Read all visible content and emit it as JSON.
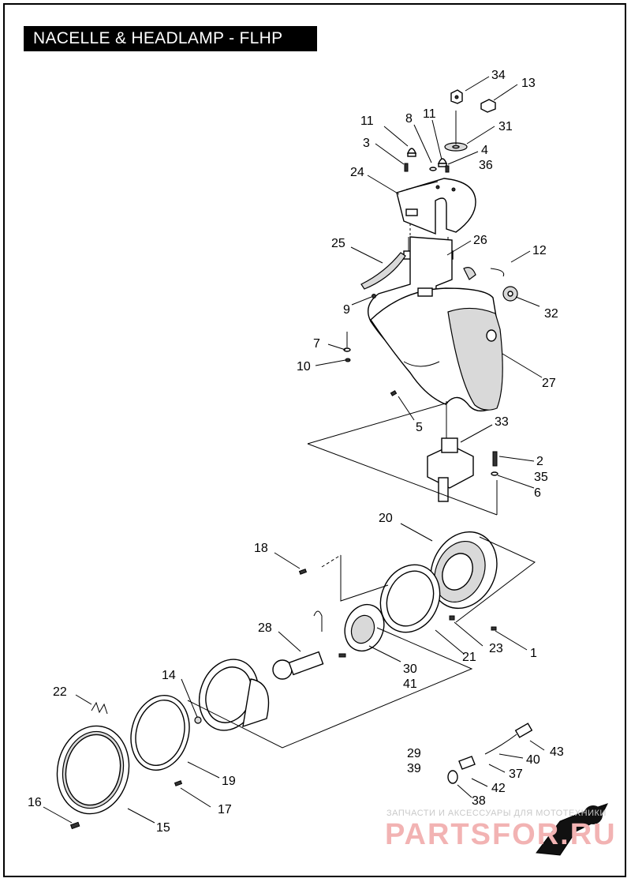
{
  "title": "NACELLE & HEADLAMP - FLHP",
  "callouts": {
    "c34": "34",
    "c13": "13",
    "c11a": "11",
    "c8": "8",
    "c11b": "11",
    "c31": "31",
    "c3": "3",
    "c4": "4",
    "c36": "36",
    "c24": "24",
    "c25": "25",
    "c26": "26",
    "c12": "12",
    "c9": "9",
    "c32": "32",
    "c7": "7",
    "c10": "10",
    "c27": "27",
    "c5": "5",
    "c33": "33",
    "c2": "2",
    "c35": "35",
    "c6": "6",
    "c20": "20",
    "c18": "18",
    "c1": "1",
    "c28": "28",
    "c23": "23",
    "c21": "21",
    "c30": "30",
    "c41": "41",
    "c14": "14",
    "c22": "22",
    "c29": "29",
    "c39": "39",
    "c43": "43",
    "c40": "40",
    "c37": "37",
    "c19": "19",
    "c42": "42",
    "c17": "17",
    "c38": "38",
    "c16": "16",
    "c15": "15"
  },
  "watermark": {
    "tagline": "ЗАПЧАСТИ И АКСЕССУАРЫ ДЛЯ МОТОТЕХНИКИ",
    "logo": "PARTSFOR.RU"
  },
  "colors": {
    "ink": "#000000",
    "paper": "#ffffff",
    "shade": "#d9d9d9",
    "watermark": "#f2b3b3"
  }
}
